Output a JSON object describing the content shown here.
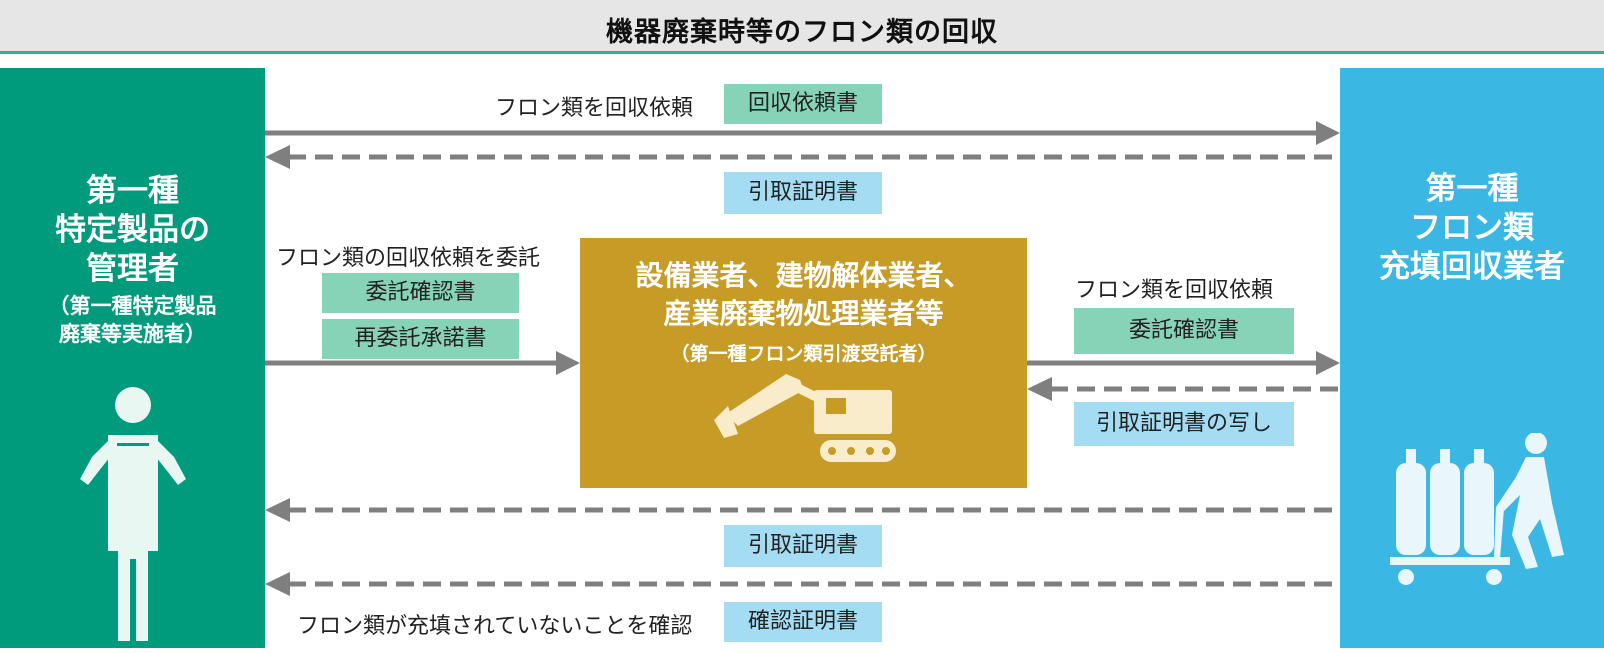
{
  "title": "機器廃棄時等のフロン類の回収",
  "left_panel": {
    "title_lines": [
      "第一種",
      "特定製品の",
      "管理者"
    ],
    "sub_lines": [
      "（第一種特定製品",
      "廃棄等実施者）"
    ]
  },
  "right_panel": {
    "title_lines": [
      "第一種",
      "フロン類",
      "充填回収業者"
    ]
  },
  "center_box": {
    "title_lines": [
      "設備業者、建物解体業者、",
      "産業廃棄物処理業者等"
    ],
    "sub": "（第一種フロン類引渡受託者）"
  },
  "flows": {
    "request_label": "フロン類を回収依頼",
    "request_doc": "回収依頼書",
    "receipt_doc_top": "引取証明書",
    "delegate_label": "フロン類の回収依頼を委託",
    "delegate_doc1": "委託確認書",
    "delegate_doc2": "再委託承諾書",
    "request2_label": "フロン類を回収依頼",
    "request2_doc": "委託確認書",
    "receipt_copy_doc": "引取証明書の写し",
    "receipt_doc_bottom": "引取証明書",
    "confirm_label": "フロン類が充填されていないことを確認",
    "confirm_doc": "確認証明書"
  },
  "colors": {
    "header_bg": "#e6e6e6",
    "header_rule": "#2db391",
    "left_panel": "#009b7d",
    "right_panel": "#3bb7e4",
    "center_box": "#c69b26",
    "chip_green": "#86d3b8",
    "chip_blue": "#a3dcf3",
    "arrow": "#7f7f7f"
  }
}
